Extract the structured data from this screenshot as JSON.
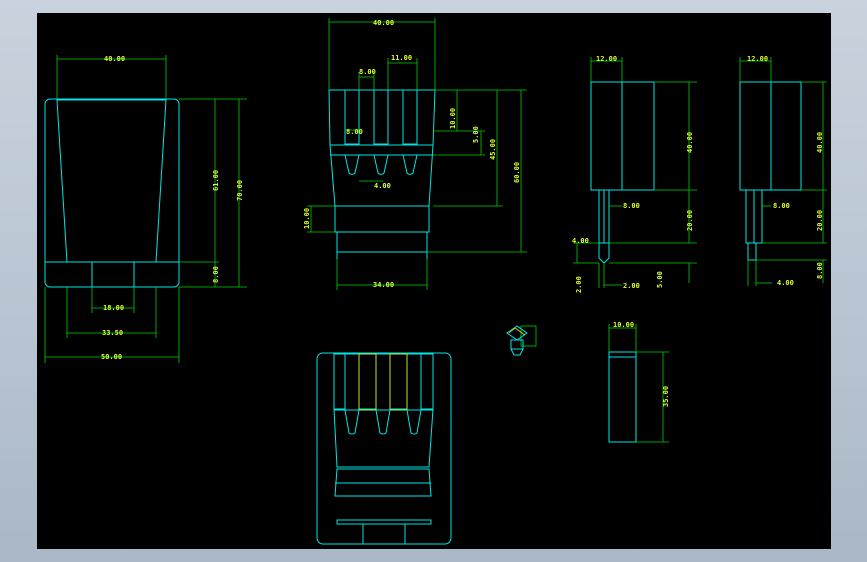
{
  "drawing": {
    "dims": {
      "a_top_width": "40.00",
      "a_height_1": "61.00",
      "a_height_2": "70.00",
      "a_bottom_h": "8.00",
      "a_inner_w": "18.00",
      "a_mid_w": "33.50",
      "a_total_w": "50.00",
      "b_top_w": "40.00",
      "b_w1": "11.00",
      "b_w2": "8.00",
      "b_v1": "10.00",
      "b_v2": "5.00",
      "b_v3": "45.00",
      "b_v4": "60.00",
      "b_h1": "8.00",
      "b_h2": "4.00",
      "b_left": "10.00",
      "b_bottom_w": "34.00",
      "c_top_w": "12.00",
      "c_h1": "40.00",
      "c_pin_w": "8.00",
      "c_pin_h": "20.00",
      "c_tip_w": "4.00",
      "c_tip_h1": "2.00",
      "c_tip_h2": "2.00",
      "c_tip_v": "5.00",
      "d_top_w": "12.00",
      "d_h1": "40.00",
      "d_pin_w": "8.00",
      "d_pin_h": "20.00",
      "d_tip_w": "4.00",
      "d_tip_v": "8.00",
      "e_top_w": "10.00",
      "e_height": "35.00"
    },
    "colors": {
      "background": "#000000",
      "outline": "#00e5e5",
      "hatch": "#e6e600",
      "dimension": "#00d000",
      "dim_text": "#d8ff30"
    }
  }
}
